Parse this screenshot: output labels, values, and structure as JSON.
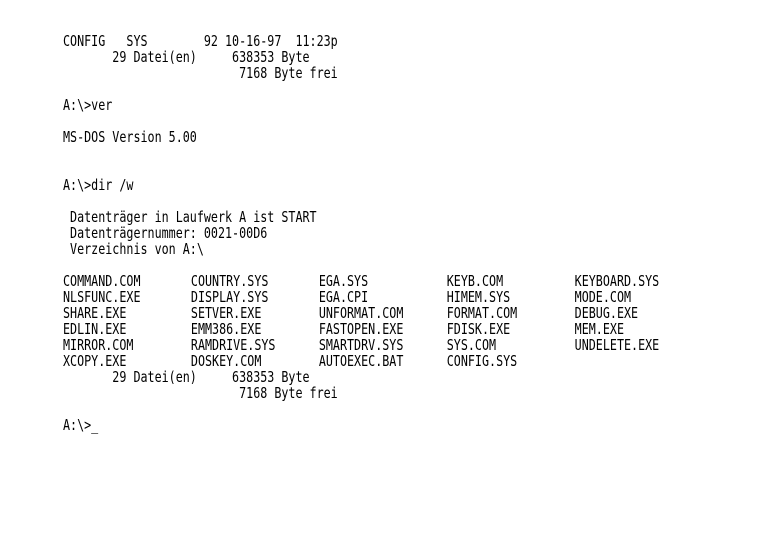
{
  "colors": {
    "background": "#ffffff",
    "text": "#000000"
  },
  "header": {
    "config_line": "CONFIG   SYS        92 10-16-97  11:23p",
    "files_count_line": "       29 Datei(en)     638353 Byte",
    "free_line": "                         7168 Byte frei"
  },
  "ver": {
    "prompt_line": "A:\\>ver",
    "output": "MS-DOS Version 5.00"
  },
  "dir": {
    "prompt_line": "A:\\>dir /w",
    "volume_label": " Datenträger in Laufwerk A ist START",
    "volume_serial": " Datenträgernummer: 0021-00D6",
    "directory_of": " Verzeichnis von A:\\",
    "files": [
      "COMMAND.COM",
      "COUNTRY.SYS",
      "EGA.SYS",
      "KEYB.COM",
      "KEYBOARD.SYS",
      "NLSFUNC.EXE",
      "DISPLAY.SYS",
      "EGA.CPI",
      "HIMEM.SYS",
      "MODE.COM",
      "SHARE.EXE",
      "SETVER.EXE",
      "UNFORMAT.COM",
      "FORMAT.COM",
      "DEBUG.EXE",
      "EDLIN.EXE",
      "EMM386.EXE",
      "FASTOPEN.EXE",
      "FDISK.EXE",
      "MEM.EXE",
      "MIRROR.COM",
      "RAMDRIVE.SYS",
      "SMARTDRV.SYS",
      "SYS.COM",
      "UNDELETE.EXE",
      "XCOPY.EXE",
      "DOSKEY.COM",
      "AUTOEXEC.BAT",
      "CONFIG.SYS"
    ],
    "files_count_line": "       29 Datei(en)     638353 Byte",
    "free_line": "                         7168 Byte frei"
  },
  "prompt": {
    "text": "A:\\>",
    "cursor": "_"
  }
}
